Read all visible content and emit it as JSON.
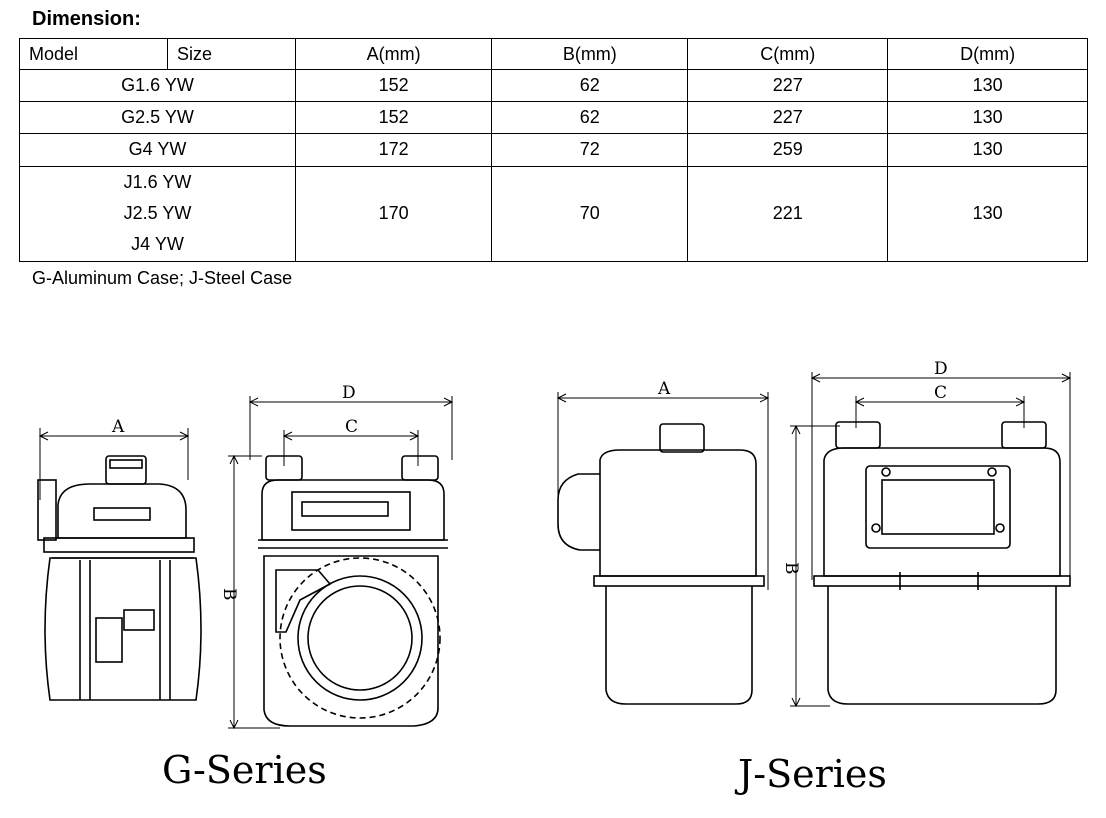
{
  "heading": "Dimension:",
  "table": {
    "headers": [
      "Model",
      "Size",
      "A(mm)",
      "B(mm)",
      "C(mm)",
      "D(mm)"
    ],
    "rows": [
      {
        "models": [
          "G1.6 YW"
        ],
        "a": "152",
        "b": "62",
        "c": "227",
        "d": "130"
      },
      {
        "models": [
          "G2.5 YW"
        ],
        "a": "152",
        "b": "62",
        "c": "227",
        "d": "130"
      },
      {
        "models": [
          "G4 YW"
        ],
        "a": "172",
        "b": "72",
        "c": "259",
        "d": "130"
      },
      {
        "models": [
          "J1.6 YW",
          "J2.5 YW",
          "J4 YW"
        ],
        "a": "170",
        "b": "70",
        "c": "221",
        "d": "130"
      }
    ]
  },
  "note": "G-Aluminum Case; J-Steel Case",
  "g_series": {
    "caption": "G-Series",
    "labels": {
      "a": "A",
      "b": "B",
      "c": "C",
      "d": "D"
    }
  },
  "j_series": {
    "caption": "J-Series",
    "labels": {
      "a": "A",
      "b": "B",
      "c": "C",
      "d": "D"
    }
  }
}
